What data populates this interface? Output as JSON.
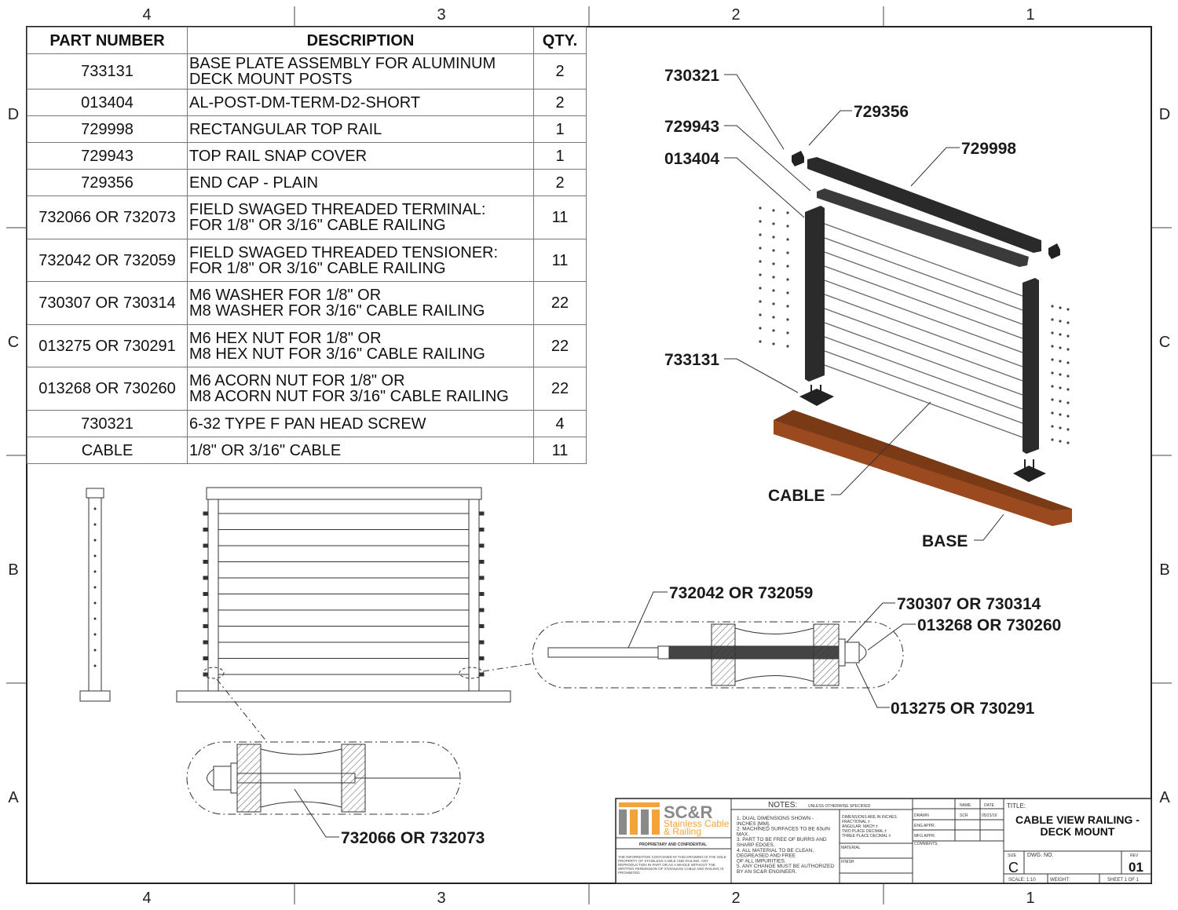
{
  "zones": {
    "columns": [
      "4",
      "3",
      "2",
      "1"
    ],
    "rows": [
      "D",
      "C",
      "B",
      "A"
    ]
  },
  "bom": {
    "headers": [
      "PART NUMBER",
      "DESCRIPTION",
      "QTY."
    ],
    "rows": [
      {
        "part": "733131",
        "desc": "BASE PLATE ASSEMBLY FOR ALUMINUM\nDECK MOUNT POSTS",
        "qty": "2"
      },
      {
        "part": "013404",
        "desc": "AL-POST-DM-TERM-D2-SHORT",
        "qty": "2"
      },
      {
        "part": "729998",
        "desc": "RECTANGULAR TOP RAIL",
        "qty": "1"
      },
      {
        "part": "729943",
        "desc": "TOP RAIL SNAP COVER",
        "qty": "1"
      },
      {
        "part": "729356",
        "desc": "END CAP - PLAIN",
        "qty": "2"
      },
      {
        "part": "732066 OR 732073",
        "desc": "FIELD SWAGED THREADED TERMINAL:\nFOR 1/8\" OR 3/16\" CABLE RAILING",
        "qty": "11"
      },
      {
        "part": "732042 OR 732059",
        "desc": "FIELD SWAGED THREADED TENSIONER:\nFOR 1/8\" OR 3/16\" CABLE RAILING",
        "qty": "11"
      },
      {
        "part": "730307 OR 730314",
        "desc": "M6 WASHER FOR 1/8\" OR\nM8 WASHER FOR 3/16\" CABLE RAILING",
        "qty": "22"
      },
      {
        "part": "013275 OR 730291",
        "desc": "M6 HEX NUT FOR 1/8\" OR\nM8 HEX NUT FOR 3/16\" CABLE RAILING",
        "qty": "22"
      },
      {
        "part": "013268 OR 730260",
        "desc": "M6 ACORN NUT FOR 1/8\" OR\nM8 ACORN NUT FOR 3/16\" CABLE RAILING",
        "qty": "22"
      },
      {
        "part": "730321",
        "desc": "6-32 TYPE F PAN HEAD SCREW",
        "qty": "4"
      },
      {
        "part": "CABLE",
        "desc": "1/8\" OR 3/16\" CABLE",
        "qty": "11"
      }
    ]
  },
  "callouts": {
    "c730321": "730321",
    "c729356": "729356",
    "c729943": "729943",
    "c729998": "729998",
    "c013404": "013404",
    "c733131": "733131",
    "cable": "CABLE",
    "base": "BASE",
    "tensioner": "732042 OR 732059",
    "washer": "730307 OR 730314",
    "acorn": "013268 OR 730260",
    "hexnut": "013275 OR 730291",
    "terminal": "732066 OR 732073"
  },
  "title_block": {
    "logo_letters": "SC&R",
    "logo_line1": "Stainless Cable",
    "logo_line2": "& Railing",
    "proprietary": "PROPRIETARY AND CONFIDENTIAL",
    "proprietary_text": "THE INFORMATION CONTAINED IN THIS DRAWING IS THE SOLE PROPERTY OF STAINLESS CABLE AND RAILING. ANY REPRODUCTION IN PART OR AS A WHOLE WITHOUT THE WRITTEN PERMISSION OF STAINLESS CABLE AND RAILING IS PROHIBITED.",
    "notes_label": "NOTES:",
    "notes_sub": "UNLESS OTHERWISE SPECIFIED",
    "notes": [
      "1. DUAL DIMENSIONS SHOWN -",
      "INCHES [MM].",
      "2. MACHINED SURFACES TO BE 63uIN",
      "MAX.",
      "3. PART TO BE FREE OF BURRS AND",
      "SHARP EDGES.",
      "4. ALL MATERIAL TO BE CLEAN,",
      "DEGREASED AND FREE",
      "OF ALL IMPURITIES.",
      "5. ANY CHANGE MUST BE AUTHORIZED",
      "BY AN SC&R ENGINEER."
    ],
    "tolerances": [
      "DIMENSIONS ARE IN INCHES",
      "FRACTIONAL ±",
      "ANGULAR: MACH ±",
      "TWO PLACE DECIMAL ±",
      "THREE PLACE DECIMAL ±"
    ],
    "material_label": "MATERIAL",
    "finish_label": "FINISH",
    "name_header": "NAME",
    "date_header": "DATE",
    "drawn_label": "DRAWN",
    "drawn_name": "SCR",
    "drawn_date": "05/21/19",
    "eng_appr": "ENG APPR.",
    "mfg_appr": "MFG APPR.",
    "comments": "COMMENTS:",
    "title_label": "TITLE:",
    "title_line1": "CABLE VIEW RAILING -",
    "title_line2": "DECK MOUNT",
    "size_label": "SIZE",
    "size": "C",
    "dwg_no_label": "DWG.  NO.",
    "rev_label": "REV",
    "rev": "01",
    "scale": "SCALE: 1:10",
    "weight": "WEIGHT:",
    "sheet": "SHEET 1 OF 1"
  },
  "colors": {
    "logo_orange": "#f2a33a",
    "logo_gray": "#8a8a8a",
    "wood": "#9a4a1e",
    "post": "#2b2b2b"
  }
}
